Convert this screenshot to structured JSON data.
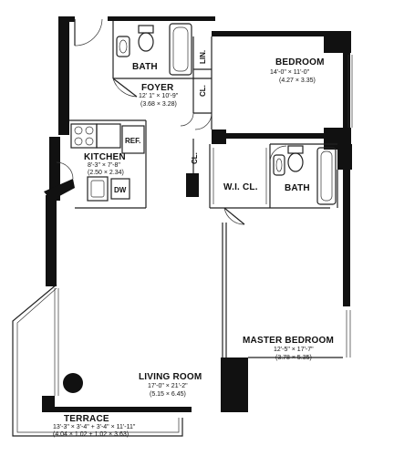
{
  "rooms": {
    "bath_top": {
      "name": "BATH"
    },
    "linen": {
      "name": "LIN."
    },
    "bedroom": {
      "name": "BEDROOM",
      "dim_imperial": "14'-0\" × 11'-0\"",
      "dim_metric": "(4.27 × 3.35)"
    },
    "foyer": {
      "name": "FOYER",
      "dim_imperial": "12' 1\" × 10'-9\"",
      "dim_metric": "(3.68 × 3.28)"
    },
    "closet_upper": {
      "name": "CL."
    },
    "closet_lower": {
      "name": "CL."
    },
    "kitchen": {
      "name": "KITCHEN",
      "dim_imperial": "8'-3\" × 7'-8\"",
      "dim_metric": "(2.50 × 2.34)"
    },
    "refrigerator": {
      "name": "REF."
    },
    "dishwasher": {
      "name": "DW"
    },
    "walk_in_closet": {
      "name": "W.I. CL."
    },
    "bath_master": {
      "name": "BATH"
    },
    "master_bedroom": {
      "name": "MASTER BEDROOM",
      "dim_imperial": "12'-5\" × 17'-7\"",
      "dim_metric": "(3.78 × 5.35)"
    },
    "living_room": {
      "name": "LIVING ROOM",
      "dim_imperial": "17'-0\" × 21'-2\"",
      "dim_metric": "(5.15 × 6.45)"
    },
    "terrace": {
      "name": "TERRACE",
      "dim_imperial": "13'-3\" × 3'-4\" + 3'-4\" × 11'-11\"",
      "dim_metric": "(4.04 × 1.02 + 1.02 × 3.63)"
    }
  }
}
